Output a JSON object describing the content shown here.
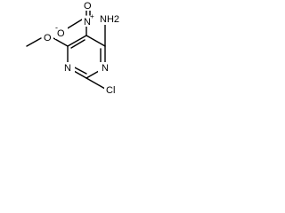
{
  "molecule": {
    "substituents": {
      "amino": "NH2",
      "nitro_n": "N",
      "nitro_plus": "+",
      "nitro_o_single": "O",
      "nitro_minus": "-",
      "nitro_o_double": "O",
      "methoxy_o": "O",
      "chloro": "Cl"
    },
    "ring": {
      "n_top": "N",
      "n_bottom": "N"
    }
  },
  "colors": {
    "ink": "#000000",
    "background": "#ffffff"
  }
}
